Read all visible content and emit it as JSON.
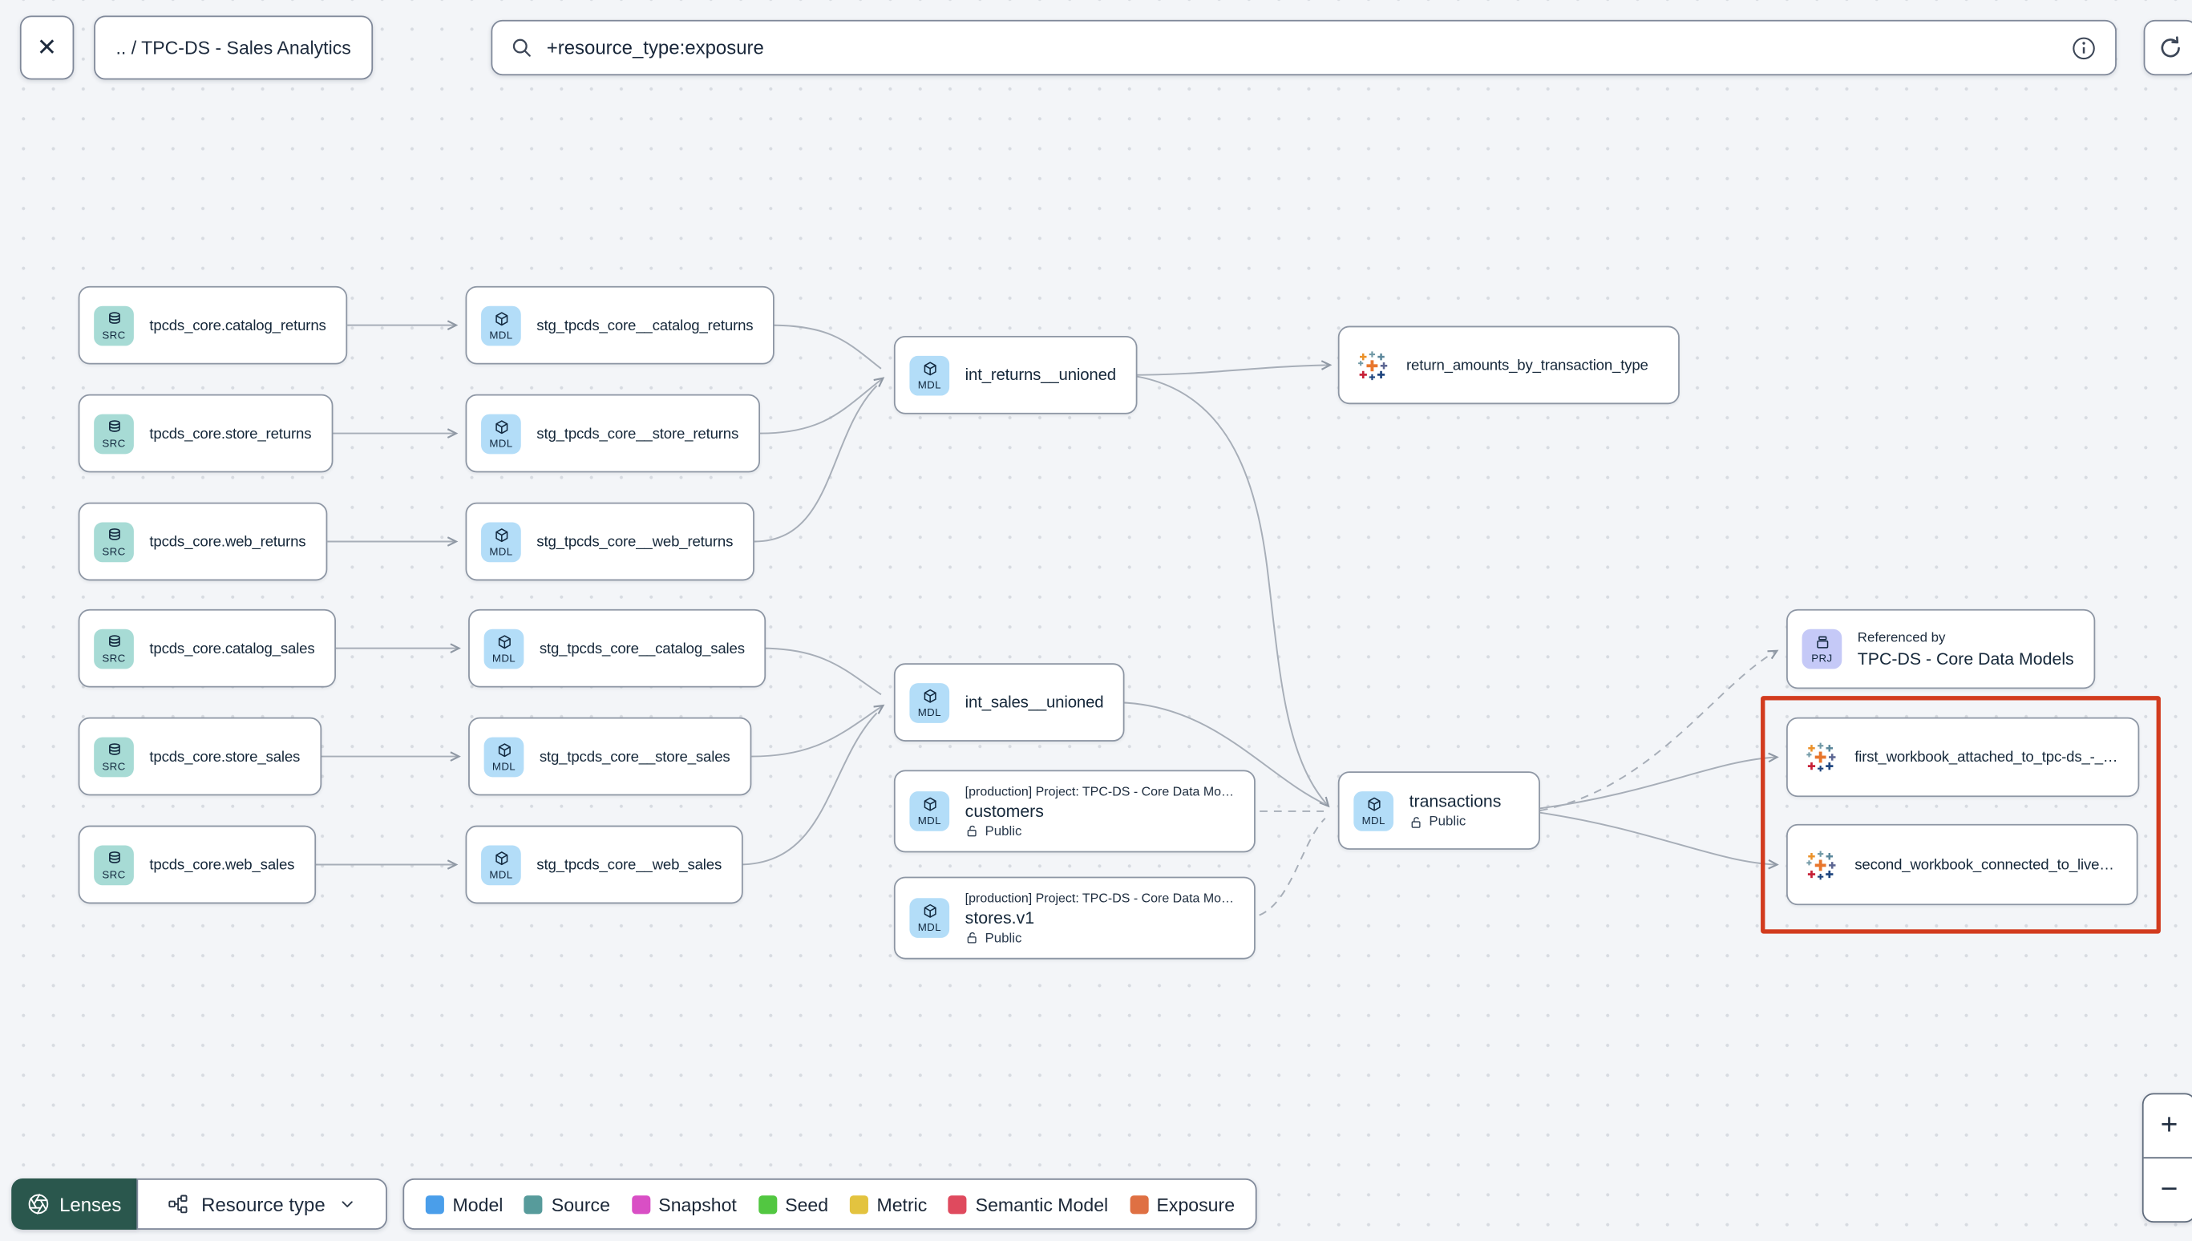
{
  "topbar": {
    "close_glyph": "✕",
    "breadcrumb": ".. / TPC-DS - Sales Analytics",
    "search_value": "+resource_type:exposure"
  },
  "badges": {
    "source": "SRC",
    "model": "MDL",
    "project": "PRJ"
  },
  "nodes": {
    "src_catalog_returns": "tpcds_core.catalog_returns",
    "src_store_returns": "tpcds_core.store_returns",
    "src_web_returns": "tpcds_core.web_returns",
    "src_catalog_sales": "tpcds_core.catalog_sales",
    "src_store_sales": "tpcds_core.store_sales",
    "src_web_sales": "tpcds_core.web_sales",
    "stg_catalog_returns": "stg_tpcds_core__catalog_returns",
    "stg_store_returns": "stg_tpcds_core__store_returns",
    "stg_web_returns": "stg_tpcds_core__web_returns",
    "stg_catalog_sales": "stg_tpcds_core__catalog_sales",
    "stg_store_sales": "stg_tpcds_core__store_sales",
    "stg_web_sales": "stg_tpcds_core__web_sales",
    "int_returns": "int_returns__unioned",
    "int_sales": "int_sales__unioned",
    "return_amounts": "return_amounts_by_transaction_type",
    "customers": {
      "project_line": "[production] Project: TPC-DS - Core Data Mo…",
      "label": "customers",
      "visibility": "Public"
    },
    "stores": {
      "project_line": "[production] Project: TPC-DS - Core Data Mo…",
      "label": "stores.v1",
      "visibility": "Public"
    },
    "transactions": {
      "label": "transactions",
      "visibility": "Public"
    },
    "referenced_by": {
      "title": "Referenced by",
      "label": "TPC-DS - Core Data Models"
    },
    "first_workbook": "first_workbook_attached_to_tpc-ds_-_…",
    "second_workbook": "second_workbook_connected_to_live…"
  },
  "legend": {
    "items": [
      {
        "label": "Model",
        "color": "#4A9EEA"
      },
      {
        "label": "Source",
        "color": "#579B9B"
      },
      {
        "label": "Snapshot",
        "color": "#D94FC5"
      },
      {
        "label": "Seed",
        "color": "#52C741"
      },
      {
        "label": "Metric",
        "color": "#E3C33F"
      },
      {
        "label": "Semantic Model",
        "color": "#DF4A5E"
      },
      {
        "label": "Exposure",
        "color": "#DF7043"
      }
    ]
  },
  "toolbar": {
    "lenses_label": "Lenses",
    "resource_type_label": "Resource type"
  },
  "zoom_controls": {
    "zoom_in": "+",
    "zoom_out": "−"
  },
  "colors": {
    "highlight_box": "#D23B1E",
    "source_badge_bg": "#A7DBD5",
    "model_badge_bg": "#B3DDF8",
    "project_badge_bg": "#C5C9F7",
    "edge": "#A7AEB8"
  }
}
